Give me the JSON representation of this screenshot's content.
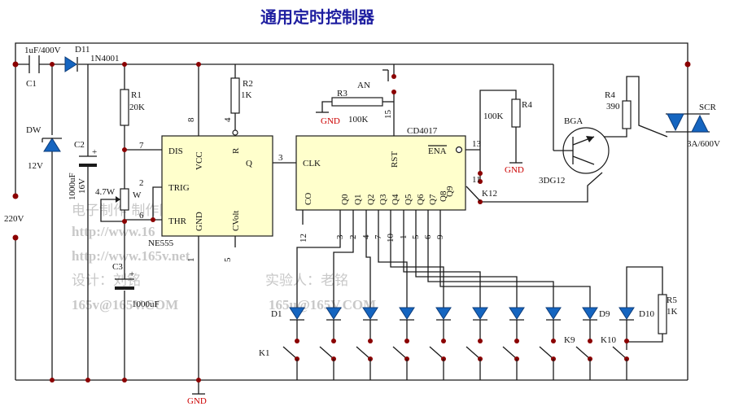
{
  "title": "通用定时控制器",
  "watermark": {
    "line1": "电子制作 制作网版权",
    "line2": "http://www.16",
    "line3": "http://www.165v.net",
    "line4a": "设计：刘铭",
    "line4b": "实验人：老铭",
    "line5a": "165v@165V.COM",
    "line5b": "165u@165V.COM"
  },
  "components": {
    "c1": {
      "ref": "C1",
      "value": "1uF/400V"
    },
    "d11": {
      "ref": "D11",
      "value": "1N4001"
    },
    "dw": {
      "ref": "DW",
      "value": "12V"
    },
    "c2": {
      "ref": "C2",
      "value1": "1000uF",
      "value2": "16V"
    },
    "r1": {
      "ref": "R1",
      "value": "20K"
    },
    "w": {
      "ref": "W",
      "value": "4.7W"
    },
    "c3": {
      "ref": "C3",
      "value": "1000uF"
    },
    "r2": {
      "ref": "R2",
      "value": "1K"
    },
    "r3": {
      "ref": "R3",
      "value": "100K"
    },
    "an": {
      "ref": "AN"
    },
    "r4": {
      "ref": "R4",
      "value": "100K"
    },
    "r4b": {
      "ref": "R4",
      "value": "390"
    },
    "bga": {
      "ref": "BGA",
      "value": "3DG12"
    },
    "scr": {
      "ref": "SCR",
      "value": "3A/600V"
    },
    "r5": {
      "ref": "R5",
      "value": "1K"
    },
    "k12": {
      "ref": "K12"
    },
    "ac": {
      "value": "220V"
    }
  },
  "ne555": {
    "name": "NE555",
    "pins": {
      "dis": "DIS",
      "trig": "TRIG",
      "thr": "THR",
      "vcc": "VCC",
      "gnd": "GND",
      "r": "R",
      "q": "Q",
      "cvolt": "CVolt"
    },
    "numbers": {
      "p7": "7",
      "p2": "2",
      "p6": "6",
      "p8": "8",
      "p4": "4",
      "p3": "3",
      "p1": "1",
      "p5": "5"
    }
  },
  "cd4017": {
    "name": "CD4017",
    "pins": {
      "clk": "CLK",
      "rst": "RST",
      "ena": "ENA",
      "co": "CO",
      "q0": "Q0",
      "q1": "Q1",
      "q2": "Q2",
      "q3": "Q3",
      "q4": "Q4",
      "q5": "Q5",
      "q6": "Q6",
      "q7": "Q7",
      "q8": "Q8",
      "q9": "Q9"
    },
    "numbers": {
      "p15": "15",
      "p13": "13",
      "p11": "11",
      "p12": "12",
      "q0": "3",
      "q1": "2",
      "q2": "4",
      "q3": "7",
      "q4": "10",
      "q5": "1",
      "q6": "5",
      "q7": "6",
      "q8": "9"
    }
  },
  "leds": {
    "first": "D1",
    "d9": "D9",
    "d10": "D10"
  },
  "keys": {
    "k1": "K1",
    "k9": "K9",
    "k10": "K10"
  },
  "gnd": {
    "main": "GND",
    "r3": "GND",
    "r4": "GND"
  }
}
